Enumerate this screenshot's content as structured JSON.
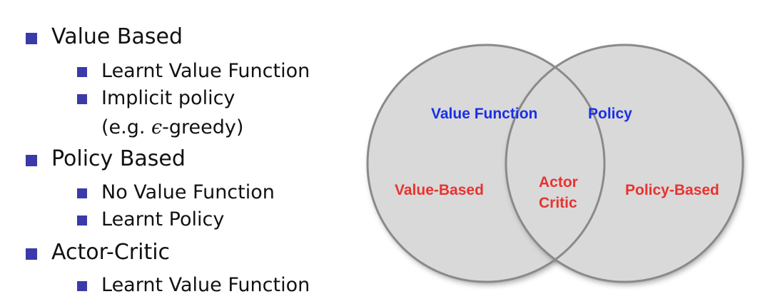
{
  "list": {
    "value_based": {
      "label": "Value Based",
      "items": [
        "Learnt Value Function",
        "Implicit policy"
      ],
      "note_prefix": "(e.g. ",
      "note_symbol": "ϵ",
      "note_suffix": "-greedy)"
    },
    "policy_based": {
      "label": "Policy Based",
      "items": [
        "No Value Function",
        "Learnt Policy"
      ]
    },
    "actor_critic": {
      "label": "Actor-Critic",
      "items": [
        "Learnt Value Function"
      ]
    }
  },
  "venn": {
    "value_function": "Value Function",
    "policy": "Policy",
    "value_based": "Value-Based",
    "actor": "Actor",
    "critic": "Critic",
    "policy_based": "Policy-Based"
  },
  "colors": {
    "bullet": "#3a3aa8",
    "circle_fill": "#d9d9d9",
    "circle_stroke": "#8a8a8a",
    "blue_label": "#1a2fe6",
    "red_label": "#e8332f"
  }
}
